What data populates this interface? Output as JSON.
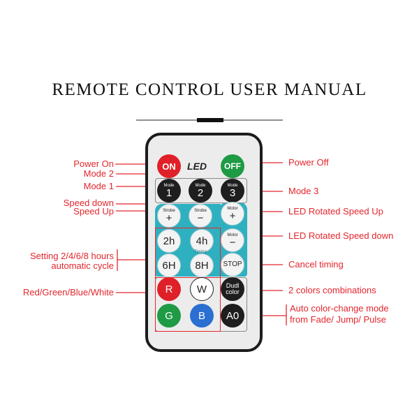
{
  "title": "REMOTE CONTROL USER MANUAL",
  "remote": {
    "brand": "LED",
    "on": "ON",
    "off": "OFF",
    "modes": [
      {
        "top": "Mode",
        "num": "1"
      },
      {
        "top": "Mode",
        "num": "2"
      },
      {
        "top": "Mode",
        "num": "3"
      }
    ],
    "strobe_plus": {
      "top": "Strobe",
      "sym": "+"
    },
    "strobe_minus": {
      "top": "Strobe",
      "sym": "−"
    },
    "motor_plus": {
      "top": "Motor",
      "sym": "+"
    },
    "motor_minus": {
      "top": "Motor",
      "sym": "−"
    },
    "timers": [
      "2h",
      "4h",
      "6H",
      "8H"
    ],
    "timing": "Timing",
    "stop": "STOP",
    "colors": [
      "R",
      "W",
      "G",
      "B"
    ],
    "dual_top": "Dudl",
    "dual_bottom": "color",
    "auto": "A0"
  },
  "labels": {
    "power_on": "Power On",
    "mode2": "Mode 2",
    "mode1": "Mode 1",
    "speed_down": "Speed down",
    "speed_up": "Speed Up",
    "setting1": "Setting 2/4/6/8 hours",
    "setting2": "automatic cycle",
    "rgbw": "Red/Green/Blue/White",
    "power_off": "Power Off",
    "mode3": "Mode 3",
    "led_up": "LED Rotated Speed Up",
    "led_down": "LED Rotated Speed down",
    "cancel": "Cancel timing",
    "two_colors": "2 colors combinations",
    "auto1": "Auto color-change mode",
    "auto2": "from Fade/ Jump/ Pulse"
  },
  "colors": {
    "red": "#e3262d",
    "green": "#1f9a45",
    "blue": "#2a6fd1",
    "teal": "#2fb0c0"
  }
}
